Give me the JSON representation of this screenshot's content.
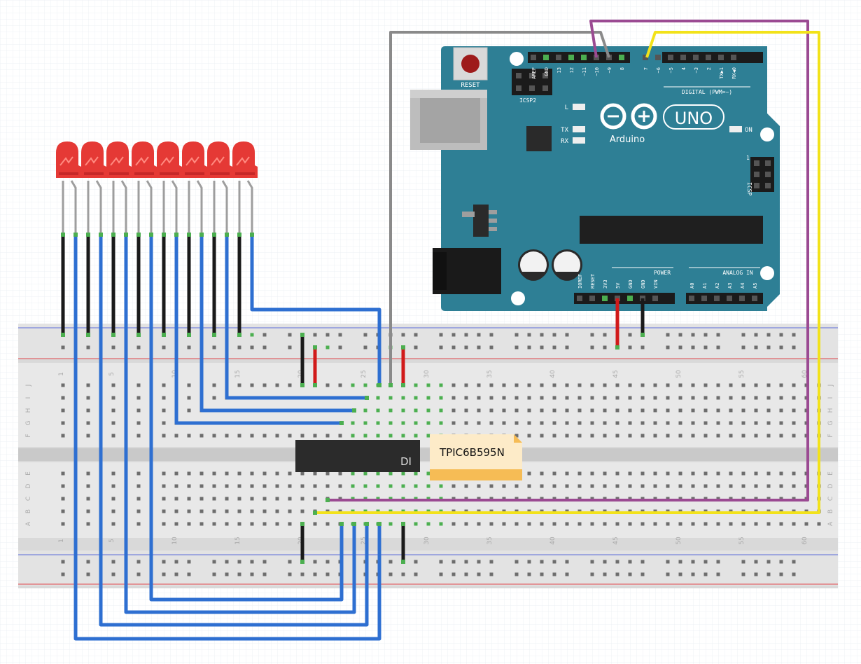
{
  "arduino": {
    "reset_label": "RESET",
    "icsp2_label": "ICSP2",
    "icsp_label": "ICSP",
    "icsp_pin1": "1",
    "digital_label": "DIGITAL (PWM=~)",
    "digital_pins": [
      "AREF",
      "GND",
      "13",
      "12",
      "~11",
      "~10",
      "~9",
      "8",
      "7",
      "~6",
      "~5",
      "4",
      "~3",
      "2",
      "TX▶1",
      "RX◀0"
    ],
    "led_l": "L",
    "led_tx": "TX",
    "led_rx": "RX",
    "led_on": "ON",
    "uno_label": "UNO",
    "brand_label": "Arduino",
    "power_label": "POWER",
    "power_pins": [
      "IOREF",
      "RESET",
      "3V3",
      "5V",
      "GND",
      "GND",
      "VIN"
    ],
    "analog_label": "ANALOG IN",
    "analog_pins": [
      "A0",
      "A1",
      "A2",
      "A3",
      "A4",
      "A5"
    ]
  },
  "breadboard": {
    "top_numbers": [
      "1",
      "5",
      "10",
      "15",
      "20",
      "25",
      "30",
      "35",
      "40",
      "45",
      "50",
      "55",
      "60"
    ],
    "bottom_numbers": [
      "1",
      "5",
      "10",
      "15",
      "20",
      "25",
      "30",
      "35",
      "40",
      "45",
      "50",
      "55",
      "60"
    ],
    "row_letters_top": [
      "J",
      "I",
      "H",
      "G",
      "F"
    ],
    "row_letters_bottom": [
      "E",
      "D",
      "C",
      "B",
      "A"
    ]
  },
  "chip": {
    "label": "TPIC6B595N",
    "marking": "DI"
  },
  "colors": {
    "board": "#2e7f95",
    "wire_blue": "#2e6fd1",
    "wire_black": "#1a1a1a",
    "wire_red": "#d11a1a",
    "wire_gray": "#8a8a8a",
    "wire_purple": "#9b4a92",
    "wire_yellow": "#f2e21a",
    "led_red": "#e53935",
    "rail_red": "#e0474c",
    "rail_blue": "#5b6bd8",
    "hole_green": "#4caf50"
  },
  "icons": {
    "led": "red-led-icon",
    "reset": "reset-button-icon",
    "usb": "usb-connector-icon",
    "power_jack": "power-jack-icon"
  }
}
